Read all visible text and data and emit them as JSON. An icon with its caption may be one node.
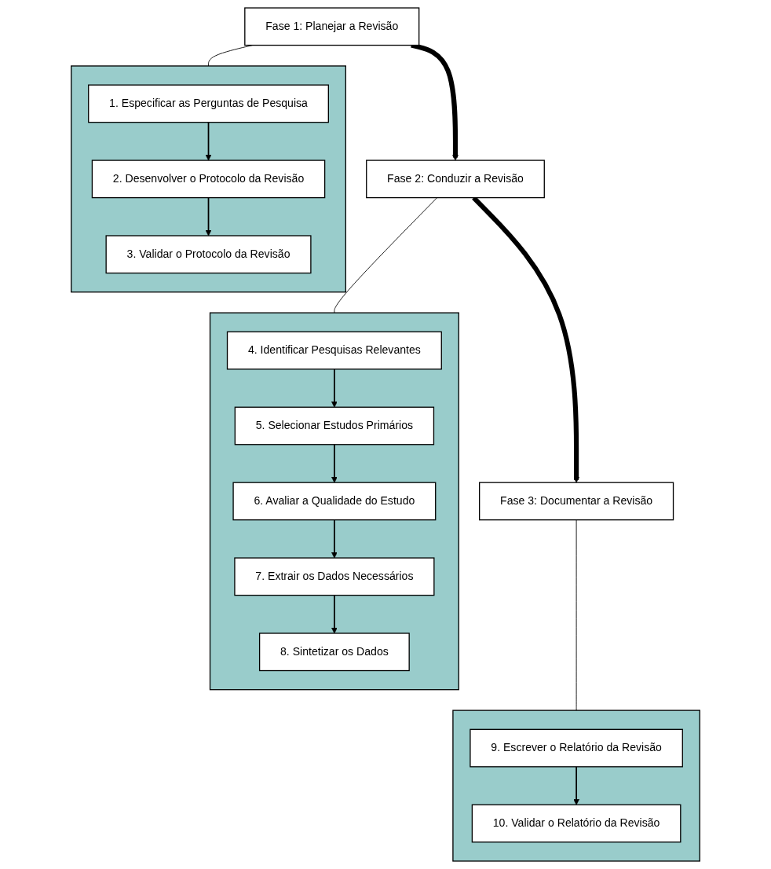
{
  "diagram": {
    "nodes": [
      {
        "text": [
          "Fase 1: Planejar a Revisão"
        ]
      },
      {
        "text": [],
        "shape": "box"
      },
      {
        "text": [
          "1. Especificar as Perguntas de Pesquisa"
        ],
        "in": 1
      },
      {
        "text": [
          "2. Desenvolver o Protocolo da Revisão"
        ],
        "in": 1
      },
      {
        "text": [
          "3. Validar o Protocolo da Revisão"
        ],
        "in": 1
      },
      {
        "text": [
          "Fase 2: Conduzir a Revisão"
        ]
      },
      {
        "text": [],
        "shape": "box"
      },
      {
        "text": [
          "4. Identificar Pesquisas Relevantes"
        ],
        "in": 6
      },
      {
        "text": [
          "5. Selecionar Estudos Primários"
        ],
        "in": 6
      },
      {
        "text": [
          "6. Avaliar a Qualidade do Estudo"
        ],
        "in": 6
      },
      {
        "text": [
          "7. Extrair os Dados Necessários"
        ],
        "in": 6
      },
      {
        "text": [
          "8. Sintetizar os Dados"
        ],
        "in": 6
      },
      {
        "text": [
          "Fase 3: Documentar a Revisão"
        ]
      },
      {
        "text": [],
        "shape": "box"
      },
      {
        "text": [
          "9. Escrever o Relatório da Revisão"
        ],
        "in": 13
      },
      {
        "text": [
          "10. Validar o Relatório da Revisão"
        ],
        "in": 13
      }
    ],
    "edges": [
      {
        "from": 0,
        "to": 5,
        "arrow": "to",
        "style": "thick"
      },
      {
        "from": 5,
        "to": 12,
        "arrow": "to",
        "style": "thick"
      },
      {
        "from": 0,
        "to": 1,
        "arrow": "none"
      },
      {
        "from": 5,
        "to": 6,
        "arrow": "none"
      },
      {
        "from": 12,
        "to": 13,
        "arrow": "none"
      },
      {
        "from": 2,
        "to": 3,
        "arrow": "to"
      },
      {
        "from": 3,
        "to": 4,
        "arrow": "to"
      },
      {
        "from": 7,
        "to": 8,
        "arrow": "to"
      },
      {
        "from": 8,
        "to": 9,
        "arrow": "to"
      },
      {
        "from": 9,
        "to": 10,
        "arrow": "to"
      },
      {
        "from": 10,
        "to": 11,
        "arrow": "to"
      },
      {
        "from": 14,
        "to": 15,
        "arrow": "to"
      }
    ]
  }
}
